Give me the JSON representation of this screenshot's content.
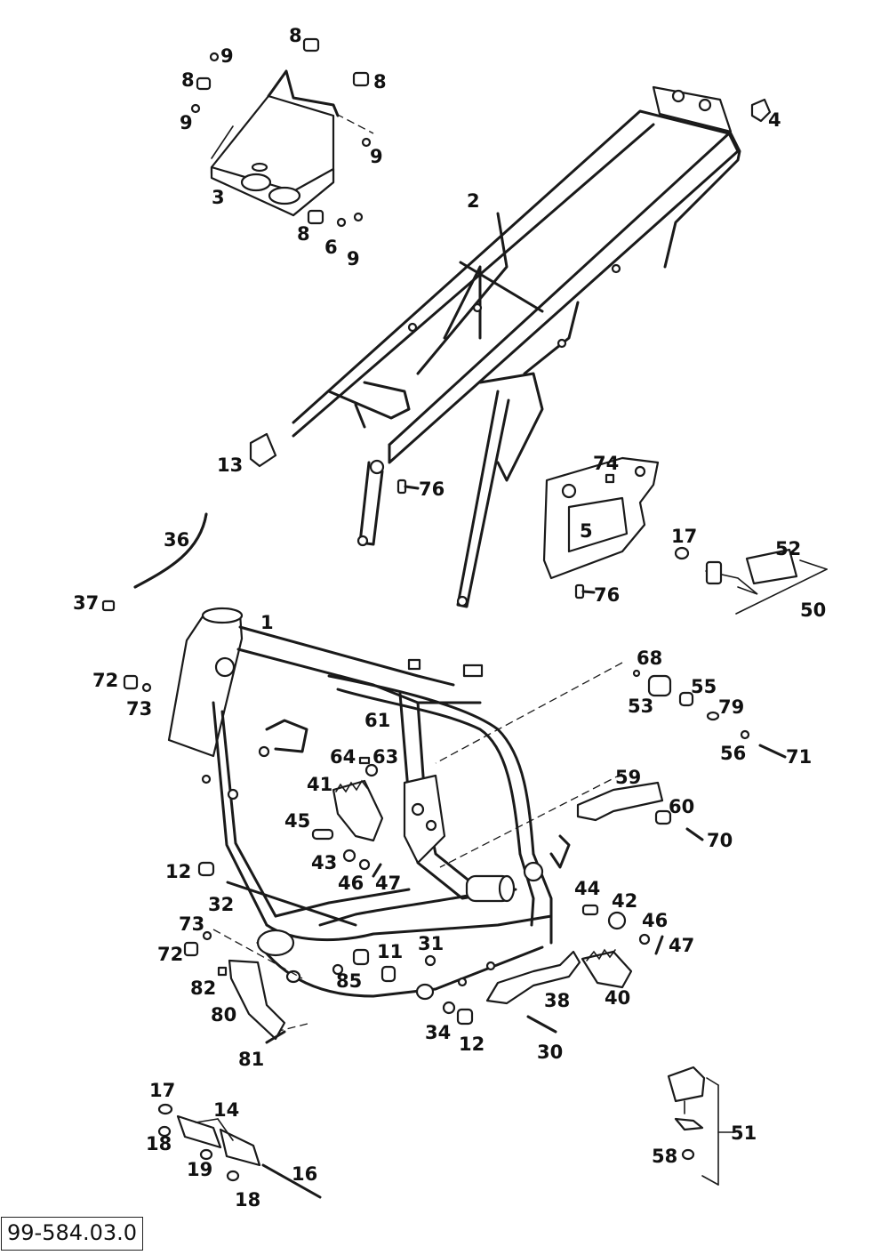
{
  "document_code": "99-584.03.0",
  "parts": [
    {
      "id": "p8a",
      "label": "8"
    },
    {
      "id": "p9a",
      "label": "9"
    },
    {
      "id": "p8b",
      "label": "8"
    },
    {
      "id": "p8c",
      "label": "8"
    },
    {
      "id": "p9b",
      "label": "9"
    },
    {
      "id": "p9c",
      "label": "9"
    },
    {
      "id": "p3",
      "label": "3"
    },
    {
      "id": "p8d",
      "label": "8"
    },
    {
      "id": "p6",
      "label": "6"
    },
    {
      "id": "p9d",
      "label": "9"
    },
    {
      "id": "p2",
      "label": "2"
    },
    {
      "id": "p4",
      "label": "4"
    },
    {
      "id": "p13",
      "label": "13"
    },
    {
      "id": "p74",
      "label": "74"
    },
    {
      "id": "p76a",
      "label": "76"
    },
    {
      "id": "p5",
      "label": "5"
    },
    {
      "id": "p17a",
      "label": "17"
    },
    {
      "id": "p52",
      "label": "52"
    },
    {
      "id": "p36",
      "label": "36"
    },
    {
      "id": "p76b",
      "label": "76"
    },
    {
      "id": "p50",
      "label": "50"
    },
    {
      "id": "p37",
      "label": "37"
    },
    {
      "id": "p1",
      "label": "1"
    },
    {
      "id": "p68",
      "label": "68"
    },
    {
      "id": "p72a",
      "label": "72"
    },
    {
      "id": "p73a",
      "label": "73"
    },
    {
      "id": "p55",
      "label": "55"
    },
    {
      "id": "p53",
      "label": "53"
    },
    {
      "id": "p79",
      "label": "79"
    },
    {
      "id": "p61",
      "label": "61"
    },
    {
      "id": "p64",
      "label": "64"
    },
    {
      "id": "p63",
      "label": "63"
    },
    {
      "id": "p56",
      "label": "56"
    },
    {
      "id": "p71",
      "label": "71"
    },
    {
      "id": "p41",
      "label": "41"
    },
    {
      "id": "p59",
      "label": "59"
    },
    {
      "id": "p45",
      "label": "45"
    },
    {
      "id": "p60",
      "label": "60"
    },
    {
      "id": "p70",
      "label": "70"
    },
    {
      "id": "p43",
      "label": "43"
    },
    {
      "id": "p12a",
      "label": "12"
    },
    {
      "id": "p46a",
      "label": "46"
    },
    {
      "id": "p47a",
      "label": "47"
    },
    {
      "id": "p44",
      "label": "44"
    },
    {
      "id": "p32",
      "label": "32"
    },
    {
      "id": "p42",
      "label": "42"
    },
    {
      "id": "p46b",
      "label": "46"
    },
    {
      "id": "p73b",
      "label": "73"
    },
    {
      "id": "p47b",
      "label": "47"
    },
    {
      "id": "p72b",
      "label": "72"
    },
    {
      "id": "p31",
      "label": "31"
    },
    {
      "id": "p11",
      "label": "11"
    },
    {
      "id": "p82",
      "label": "82"
    },
    {
      "id": "p85",
      "label": "85"
    },
    {
      "id": "p38",
      "label": "38"
    },
    {
      "id": "p40",
      "label": "40"
    },
    {
      "id": "p80",
      "label": "80"
    },
    {
      "id": "p34",
      "label": "34"
    },
    {
      "id": "p12b",
      "label": "12"
    },
    {
      "id": "p30",
      "label": "30"
    },
    {
      "id": "p81",
      "label": "81"
    },
    {
      "id": "p17b",
      "label": "17"
    },
    {
      "id": "p14",
      "label": "14"
    },
    {
      "id": "p51",
      "label": "51"
    },
    {
      "id": "p18a",
      "label": "18"
    },
    {
      "id": "p19",
      "label": "19"
    },
    {
      "id": "p16",
      "label": "16"
    },
    {
      "id": "p58",
      "label": "58"
    },
    {
      "id": "p18b",
      "label": "18"
    }
  ]
}
